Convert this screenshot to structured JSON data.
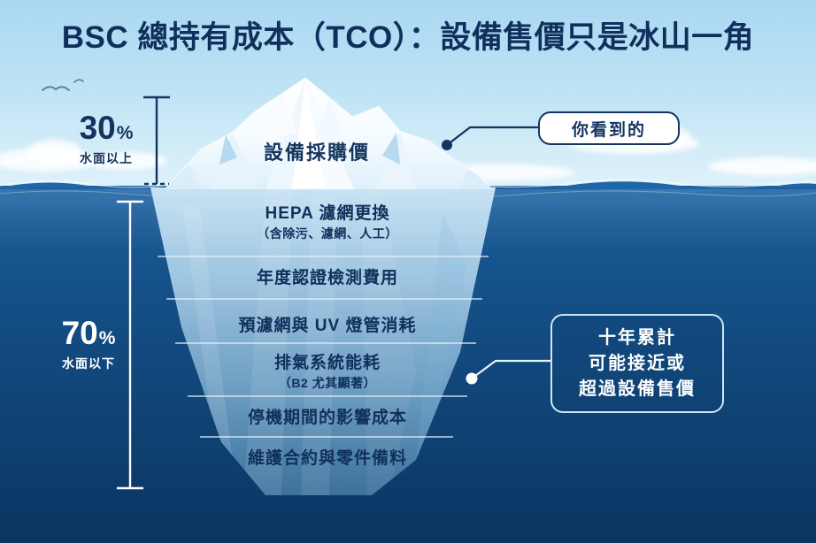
{
  "title": "BSC 總持有成本（TCO）：設備售價只是冰山一角",
  "measures": {
    "above": {
      "number": "30",
      "symbol": "%",
      "caption": "水面以上"
    },
    "below": {
      "number": "70",
      "symbol": "%",
      "caption": "水面以下"
    }
  },
  "iceberg": {
    "top_label": "設備採購價",
    "items": [
      {
        "main": "HEPA 濾網更換",
        "sub": "（含除污、濾網、人工）"
      },
      {
        "main": "年度認證檢測費用",
        "sub": ""
      },
      {
        "main": "預濾網與 UV 燈管消耗",
        "sub": ""
      },
      {
        "main": "排氣系統能耗",
        "sub": "（B2 尤其顯著）"
      },
      {
        "main": "停機期間的影響成本",
        "sub": ""
      },
      {
        "main": "維護合約與零件備料",
        "sub": ""
      }
    ]
  },
  "callouts": {
    "visible": {
      "text": "你看到的"
    },
    "hidden": {
      "line1": "十年累計",
      "line2": "可能接近或",
      "line3": "超過設備售價"
    }
  },
  "colors": {
    "title_navy": "#10305c",
    "sky_top": "#a9d8f2",
    "sky_bottom": "#dff2fb",
    "water_top": "#1a5f9f",
    "water_bottom": "#0b3561",
    "ice_white": "#ffffff",
    "ice_submerged": "#bfe0f2",
    "callout_border_light": "#cfe4f2"
  }
}
